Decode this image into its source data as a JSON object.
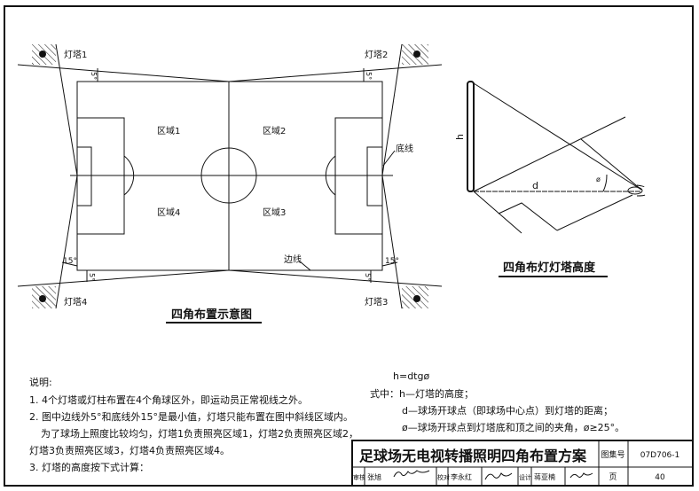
{
  "layout_diagram": {
    "title": "四角布置示意图",
    "towers": [
      "灯塔1",
      "灯塔2",
      "灯塔3",
      "灯塔4"
    ],
    "zones": [
      "区域1",
      "区域2",
      "区域3",
      "区域4"
    ],
    "end_line_label": "底线",
    "side_line_label": "边线",
    "angle_endline": "15°",
    "angle_sideline": "5°"
  },
  "height_diagram": {
    "title": "四角布灯灯塔高度",
    "h_label": "h",
    "d_label": "d",
    "angle_label": "ø"
  },
  "notes": {
    "heading": "说明:",
    "lines": [
      "1. 4个灯塔或灯柱布置在4个角球区外，即运动员正常视线之外。",
      "2. 图中边线外5°和底线外15°是最小值，灯塔只能布置在图中斜线区域内。",
      "为了球场上照度比较均匀，灯塔1负责照亮区域1，灯塔2负责照亮区域2，",
      "灯塔3负责照亮区域3，灯塔4负责照亮区域4。",
      "3. 灯塔的高度按下式计算："
    ]
  },
  "formula": {
    "equation": "h=dtgø",
    "lines": [
      "式中：h—灯塔的高度；",
      "d—球场开球点（即球场中心点）到灯塔的距离；",
      "ø—球场开球点到灯塔底和顶之间的夹角，ø≥25°。"
    ]
  },
  "title_block": {
    "title": "足球场无电视转播照明四角布置方案",
    "atlas_label": "图集号",
    "atlas_no": "07D706-1",
    "review_label": "审核",
    "reviewer": "张旭",
    "check_label": "校对",
    "checker": "李永红",
    "design_label": "设计",
    "designer": "蒋亚楠",
    "page_label": "页",
    "page_no": "40"
  }
}
